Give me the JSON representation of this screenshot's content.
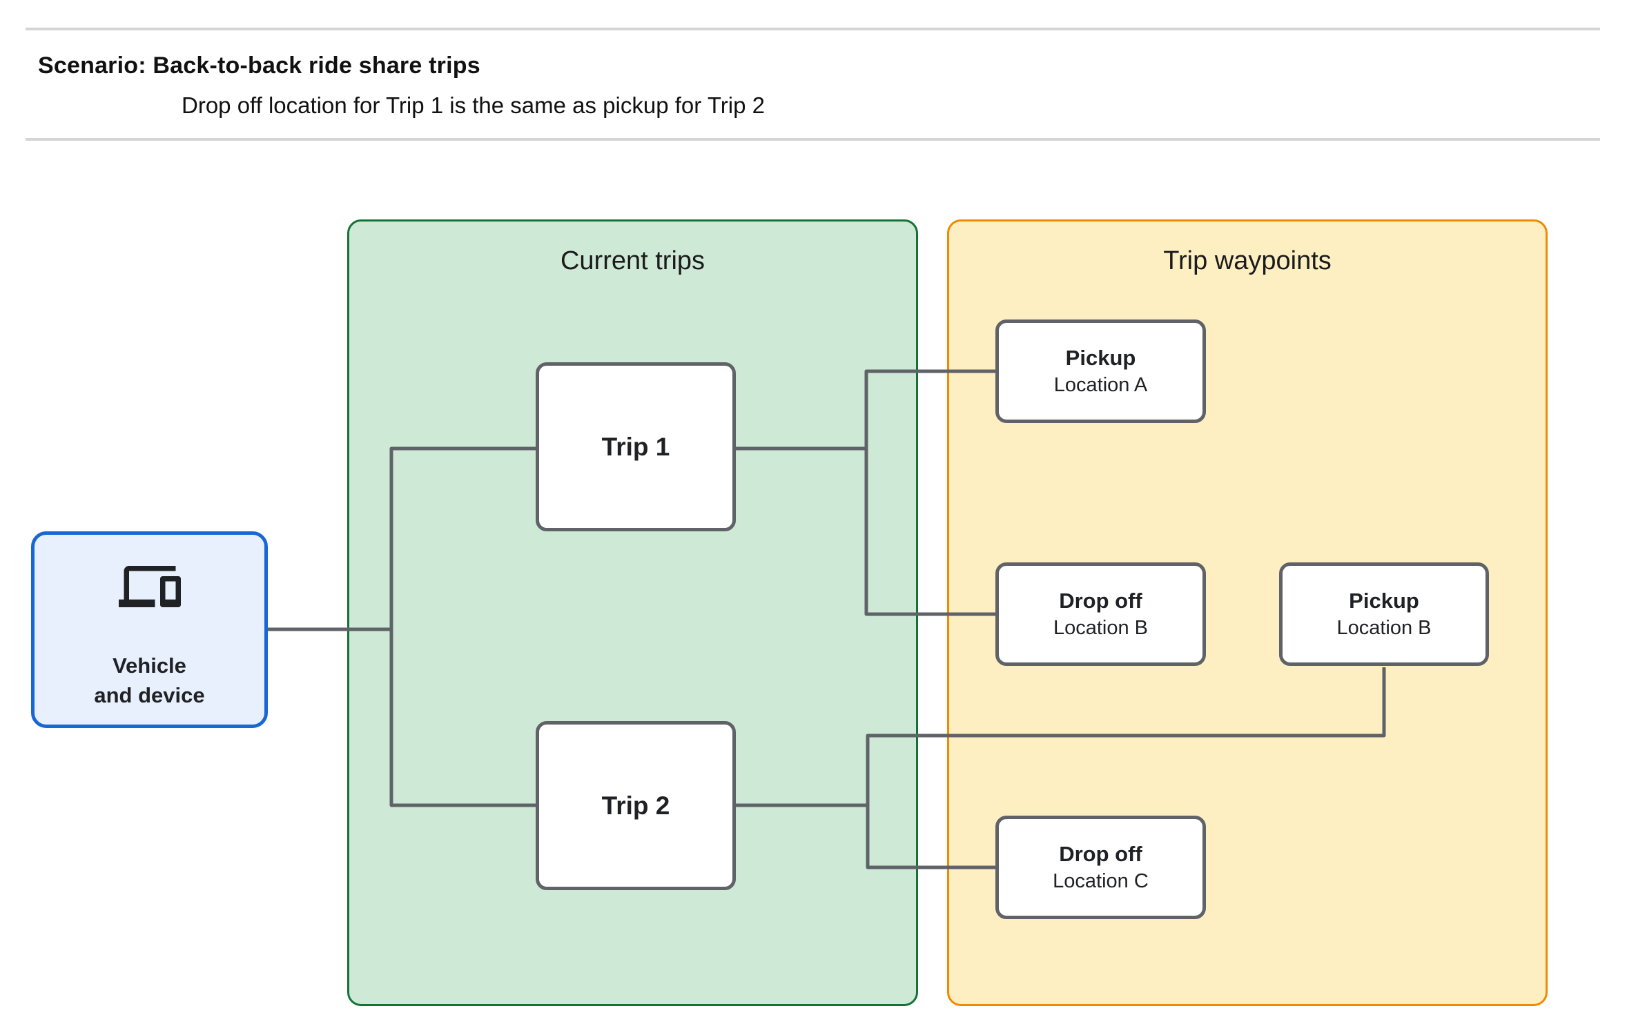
{
  "header": {
    "title": "Scenario: Back-to-back ride share trips",
    "subtitle": "Drop off  location for Trip 1 is the same as pickup for Trip 2"
  },
  "vehicle": {
    "icon": "devices-icon",
    "label_line1": "Vehicle",
    "label_line2": "and device"
  },
  "groups": {
    "current_trips": {
      "title": "Current trips"
    },
    "trip_waypoints": {
      "title": "Trip waypoints"
    }
  },
  "trips": {
    "trip1": {
      "label": "Trip 1"
    },
    "trip2": {
      "label": "Trip 2"
    }
  },
  "waypoints": {
    "pickup_a": {
      "title": "Pickup",
      "location": "Location A"
    },
    "dropoff_b": {
      "title": "Drop off",
      "location": "Location B"
    },
    "pickup_b": {
      "title": "Pickup",
      "location": "Location B"
    },
    "dropoff_c": {
      "title": "Drop off",
      "location": "Location C"
    }
  },
  "colors": {
    "blue_border": "#1967D2",
    "blue_fill": "#E8F0FE",
    "green_border": "#137333",
    "green_fill": "#CEEAD6",
    "orange_border": "#F18A00",
    "yellow_fill": "#FEEFC3",
    "box_border": "#5F6368",
    "connector": "#5F6368",
    "divider": "#D5D5D5",
    "text": "#202124"
  }
}
